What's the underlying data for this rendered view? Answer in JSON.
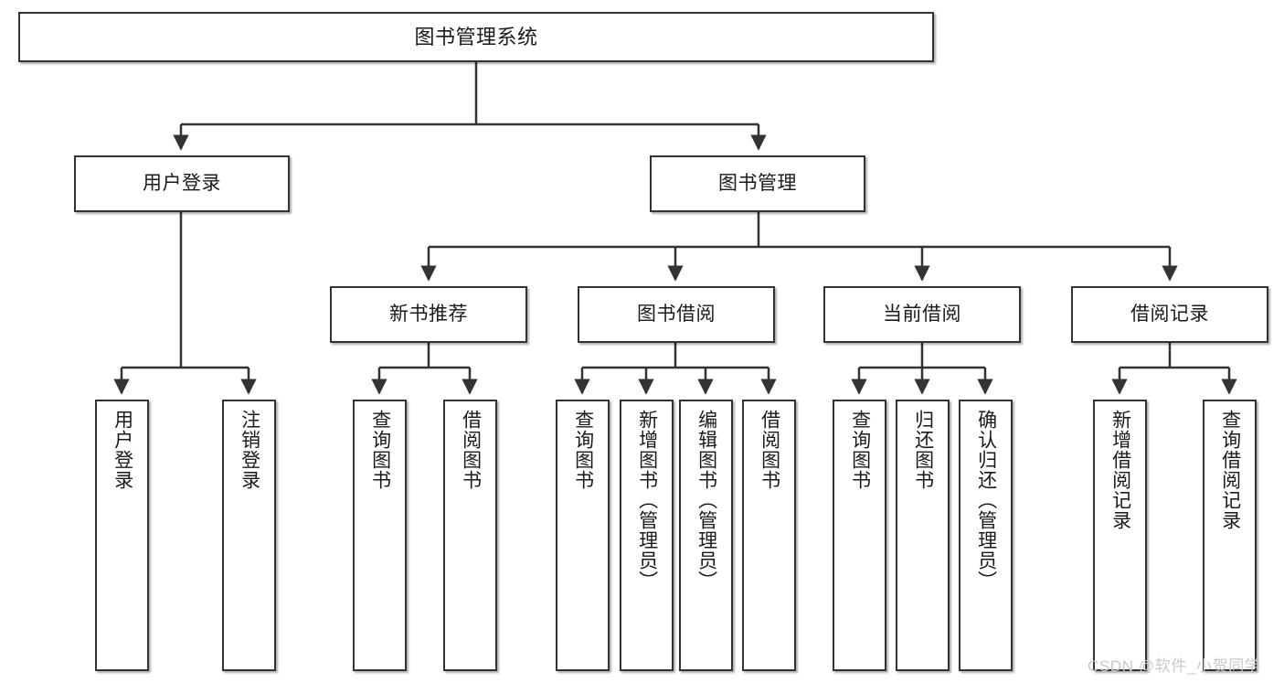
{
  "diagram": {
    "title": "图书管理系统",
    "type": "tree-hierarchy-diagram",
    "watermark": "CSDN @软件_小贺同学",
    "colors": {
      "box_border": "#333333",
      "box_fill": "#ffffff",
      "edge": "#333333",
      "text": "#1a1a1a",
      "watermark": "#c9c9c9",
      "background": "#ffffff"
    }
  },
  "nodes": {
    "root": {
      "label": "图书管理系统"
    },
    "level2": [
      {
        "id": "user-login",
        "label": "用户登录"
      },
      {
        "id": "book-management",
        "label": "图书管理"
      }
    ],
    "level3": [
      {
        "id": "new-book-recommend",
        "label": "新书推荐"
      },
      {
        "id": "book-borrow",
        "label": "图书借阅"
      },
      {
        "id": "current-borrow",
        "label": "当前借阅"
      },
      {
        "id": "borrow-record",
        "label": "借阅记录"
      }
    ],
    "leaves": {
      "user_login": [
        {
          "id": "leaf-user-login",
          "label": "用户登录"
        },
        {
          "id": "leaf-logout-login",
          "label": "注销登录"
        }
      ],
      "new_book_recommend": [
        {
          "id": "leaf-query-book-1",
          "label": "查询图书"
        },
        {
          "id": "leaf-borrow-book-1",
          "label": "借阅图书"
        }
      ],
      "book_borrow": [
        {
          "id": "leaf-query-book-2",
          "label": "查询图书"
        },
        {
          "id": "leaf-add-book",
          "label": "新增图书（管理员）"
        },
        {
          "id": "leaf-edit-book",
          "label": "编辑图书（管理员）"
        },
        {
          "id": "leaf-borrow-book-2",
          "label": "借阅图书"
        }
      ],
      "current_borrow": [
        {
          "id": "leaf-query-book-3",
          "label": "查询图书"
        },
        {
          "id": "leaf-return-book",
          "label": "归还图书"
        },
        {
          "id": "leaf-confirm-return",
          "label": "确认归还（管理员）"
        }
      ],
      "borrow_record": [
        {
          "id": "leaf-add-borrow-record",
          "label": "新增借阅记录"
        },
        {
          "id": "leaf-query-borrow-record",
          "label": "查询借阅记录"
        }
      ]
    }
  }
}
